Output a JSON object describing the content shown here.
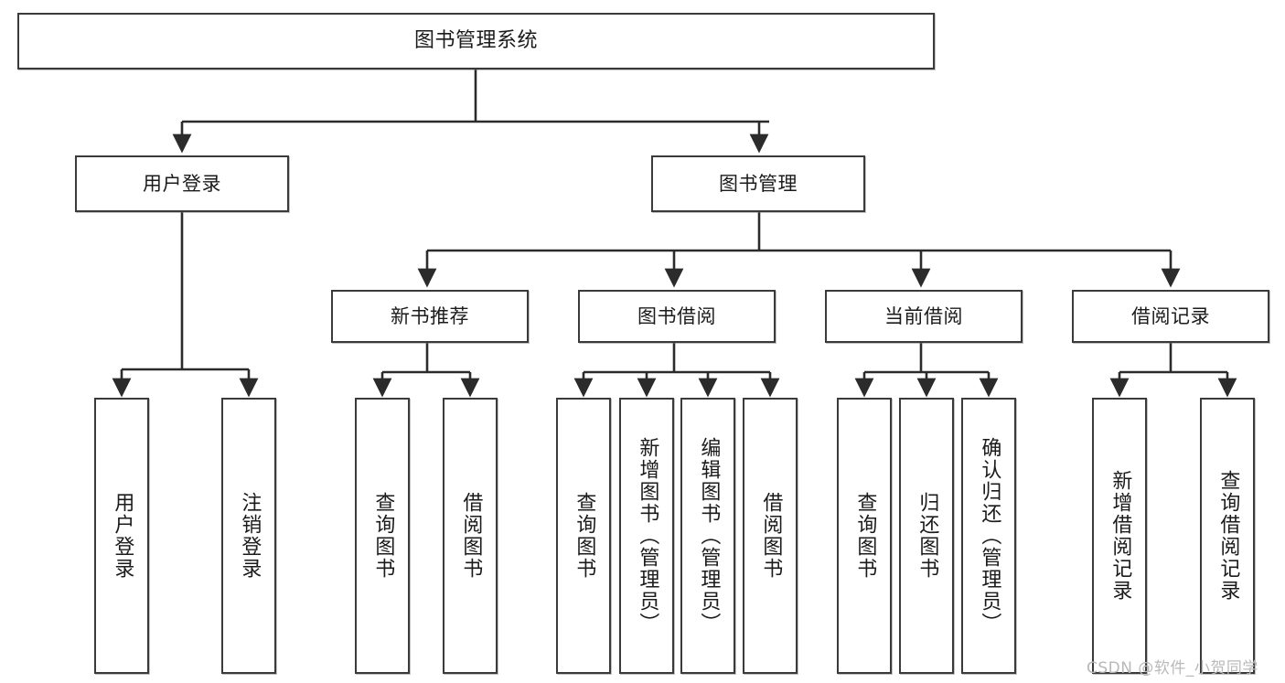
{
  "diagram": {
    "type": "tree",
    "title": "图书管理系统",
    "orientation": "top-down",
    "colors": {
      "box_border": "#3a3a3a",
      "box_fill": "#ffffff",
      "edge": "#2b2b2b",
      "text": "#1b1b1b",
      "watermark": "#b9b9b9"
    },
    "nodes": {
      "root": {
        "label": "图书管理系统"
      },
      "level2": [
        {
          "id": "user-login",
          "label": "用户登录"
        },
        {
          "id": "book-management",
          "label": "图书管理"
        }
      ],
      "level3": [
        {
          "id": "new-book-recommend",
          "label": "新书推荐"
        },
        {
          "id": "book-borrow",
          "label": "图书借阅"
        },
        {
          "id": "current-borrow",
          "label": "当前借阅"
        },
        {
          "id": "borrow-record",
          "label": "借阅记录"
        }
      ],
      "leaves": {
        "user_login": [
          {
            "id": "leaf-user-login",
            "label": "用户登录"
          },
          {
            "id": "leaf-logout-login",
            "label": "注销登录"
          }
        ],
        "new_book_recommend": [
          {
            "id": "leaf-query-book-1",
            "label": "查询图书"
          },
          {
            "id": "leaf-borrow-book-1",
            "label": "借阅图书"
          }
        ],
        "book_borrow": [
          {
            "id": "leaf-query-book-2",
            "label": "查询图书"
          },
          {
            "id": "leaf-add-book",
            "label": "新增图书（管理员）"
          },
          {
            "id": "leaf-edit-book",
            "label": "编辑图书（管理员）"
          },
          {
            "id": "leaf-borrow-book-2",
            "label": "借阅图书"
          }
        ],
        "current_borrow": [
          {
            "id": "leaf-query-book-3",
            "label": "查询图书"
          },
          {
            "id": "leaf-return-book",
            "label": "归还图书"
          },
          {
            "id": "leaf-confirm-return",
            "label": "确认归还（管理员）"
          }
        ],
        "borrow_record": [
          {
            "id": "leaf-add-borrow-record",
            "label": "新增借阅记录"
          },
          {
            "id": "leaf-query-borrow-record",
            "label": "查询借阅记录"
          }
        ]
      }
    }
  },
  "watermark": {
    "text": "CSDN @软件_小贺同学"
  }
}
